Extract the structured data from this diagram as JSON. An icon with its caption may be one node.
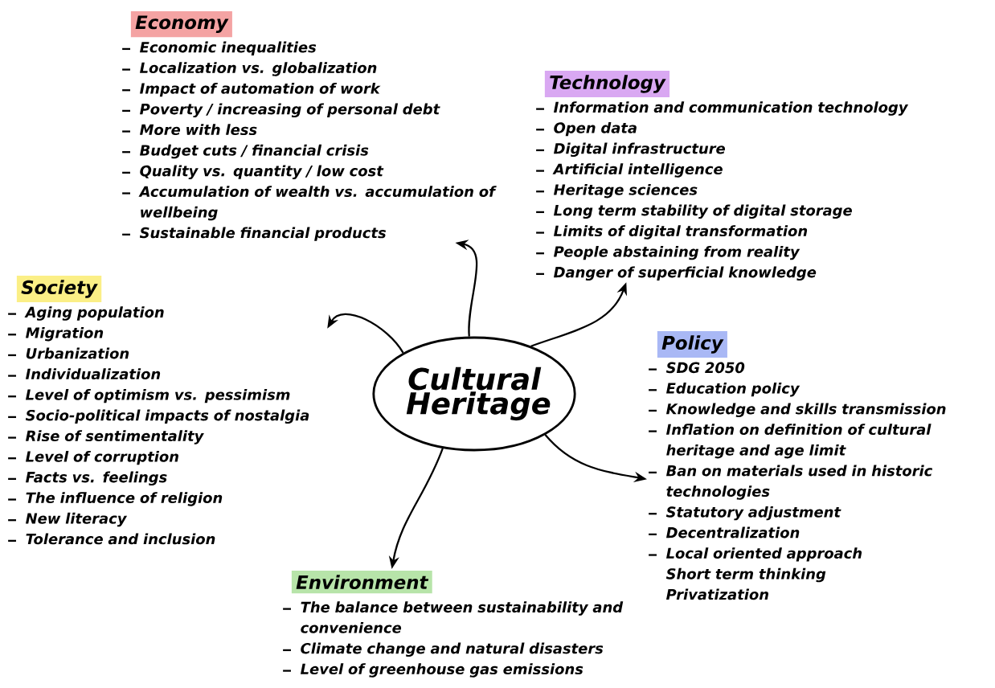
{
  "diagram": {
    "nodes": [
      {
        "text": [
          "Cultural Heritage"
        ]
      },
      {
        "text": [
          "Economy",
          "Economic inequalities",
          "Localization vs. globalization",
          "Impact of automation of work",
          "Poverty / increasing of personal debt",
          "More with less",
          "Budget cuts / financial crisis",
          "Quality vs. quantity / low cost",
          "Accumulation of wealth vs. accumulation of wellbeing",
          "Sustainable financial products"
        ]
      },
      {
        "text": [
          "Technology",
          "Information and communication technology",
          "Open data",
          "Digital infrastructure",
          "Artificial intelligence",
          "Heritage sciences",
          "Long term stability of digital storage",
          "Limits of digital transformation",
          "People abstaining from reality",
          "Danger of superficial knowledge"
        ]
      },
      {
        "text": [
          "Society",
          "Aging population",
          "Migration",
          "Urbanization",
          "Individualization",
          "Level of optimism vs. pessimism",
          "Socio-political impacts of nostalgia",
          "Rise of sentimentality",
          "Level of corruption",
          "Facts vs. feelings",
          "The influence of religion",
          "New literacy",
          "Tolerance and inclusion"
        ]
      },
      {
        "text": [
          "Policy",
          "SDG 2050",
          "Education policy",
          "Knowledge and skills transmission",
          "Inflation on definition of cultural heritage and age limit",
          "Ban on materials used in historic technologies",
          "Statutory adjustment",
          "Decentralization",
          "Local oriented approach",
          "Short term thinking",
          "Privatization"
        ]
      },
      {
        "text": [
          "Environment",
          "The balance between sustainability and convenience",
          "Climate change and natural disasters",
          "Level of greenhouse gas emissions"
        ]
      }
    ],
    "edges": [
      {
        "from": 0,
        "to": 1,
        "arrow": "to"
      },
      {
        "from": 0,
        "to": 2,
        "arrow": "to"
      },
      {
        "from": 0,
        "to": 3,
        "arrow": "to"
      },
      {
        "from": 0,
        "to": 4,
        "arrow": "to"
      },
      {
        "from": 0,
        "to": 5,
        "arrow": "to"
      }
    ]
  }
}
